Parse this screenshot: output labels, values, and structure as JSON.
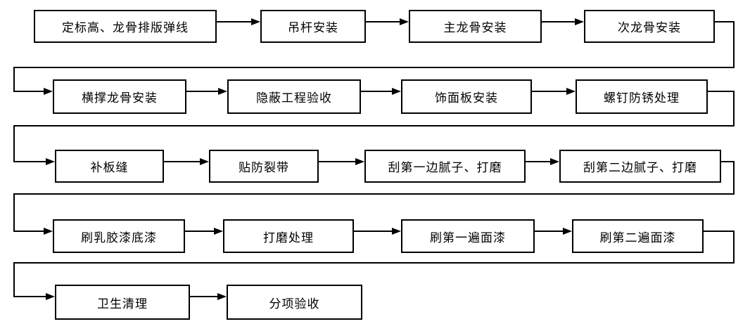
{
  "flowchart": {
    "type": "process-flow",
    "direction": "snake-left-to-right",
    "rows": [
      [
        "定标高、龙骨排版弹线",
        "吊杆安装",
        "主龙骨安装",
        "次龙骨安装"
      ],
      [
        "横撑龙骨安装",
        "隐蔽工程验收",
        "饰面板安装",
        "螺钉防锈处理"
      ],
      [
        "补板缝",
        "贴防裂带",
        "刮第一边腻子、打磨",
        "刮第二边腻子、打磨"
      ],
      [
        "刷乳胶漆底漆",
        "打磨处理",
        "刷第一遍面漆",
        "刷第二遍面漆"
      ],
      [
        "卫生清理",
        "分项验收"
      ]
    ],
    "sequence": [
      "定标高、龙骨排版弹线",
      "吊杆安装",
      "主龙骨安装",
      "次龙骨安装",
      "横撑龙骨安装",
      "隐蔽工程验收",
      "饰面板安装",
      "螺钉防锈处理",
      "补板缝",
      "贴防裂带",
      "刮第一边腻子、打磨",
      "刮第二边腻子、打磨",
      "刷乳胶漆底漆",
      "打磨处理",
      "刷第一遍面漆",
      "刷第二遍面漆",
      "卫生清理",
      "分项验收"
    ],
    "colors": {
      "background": "#ffffff",
      "box_fill": "#ffffff",
      "box_border": "#000000",
      "line": "#000000",
      "text": "#000000"
    }
  }
}
